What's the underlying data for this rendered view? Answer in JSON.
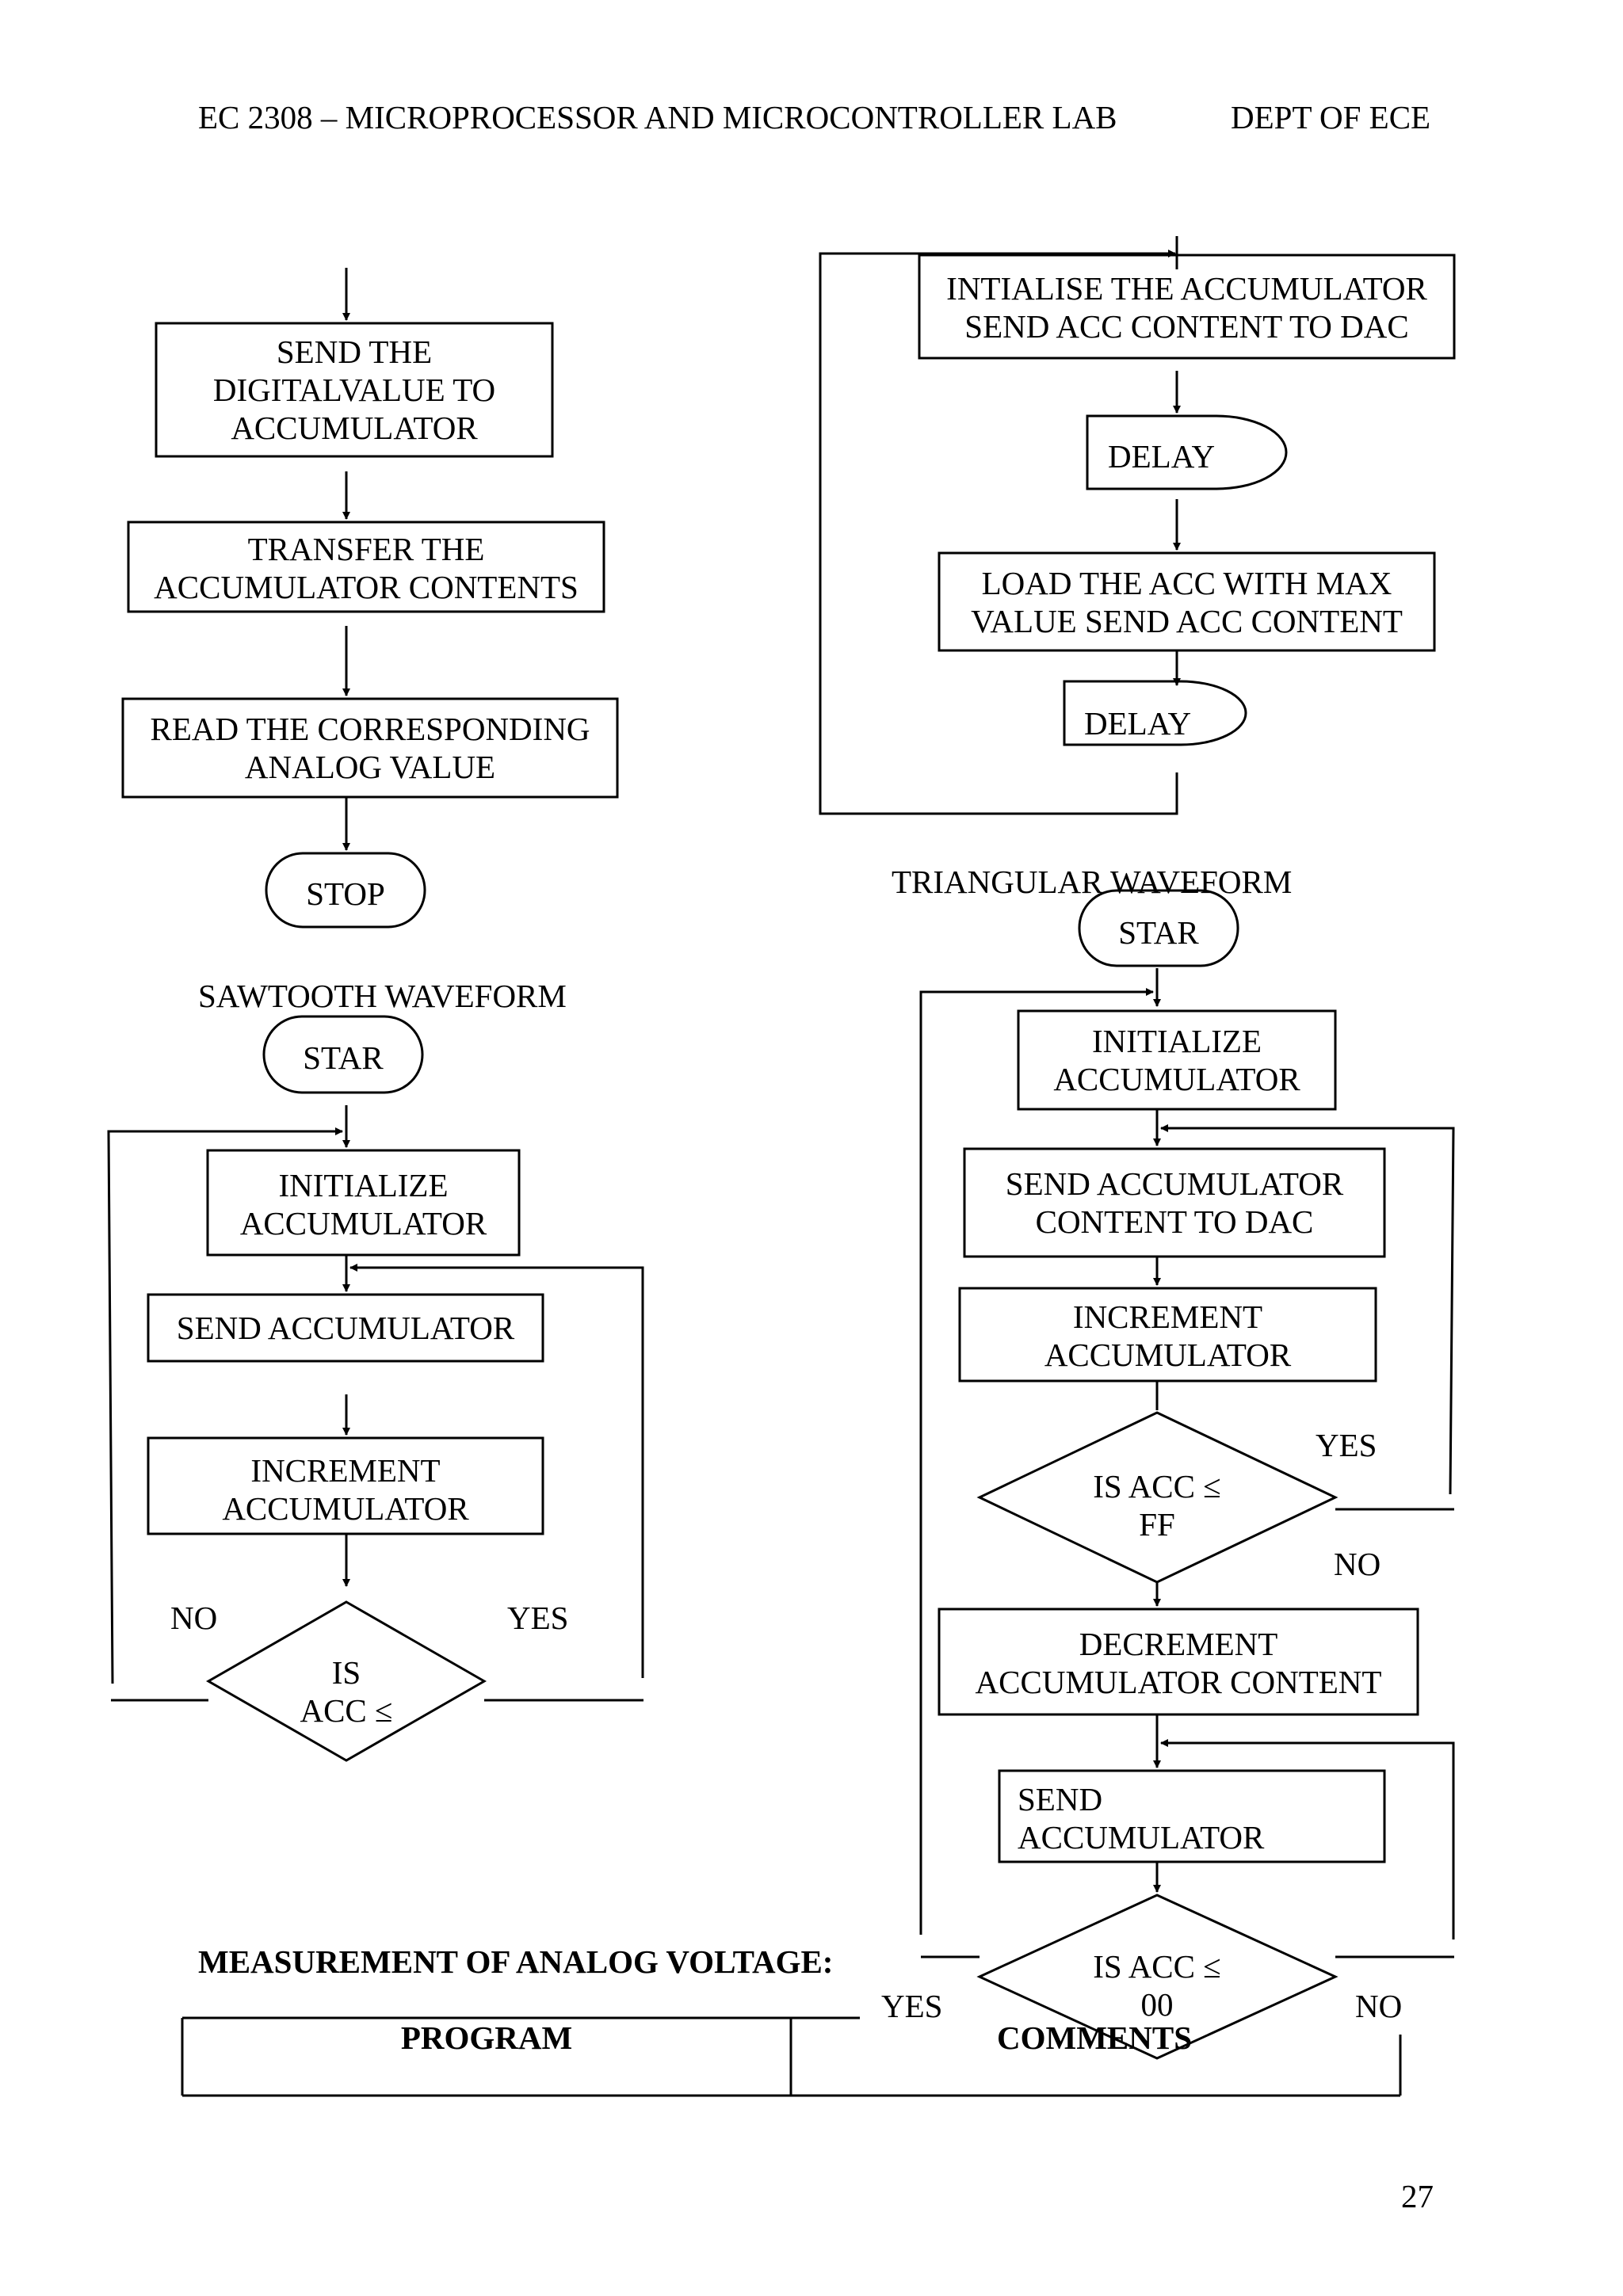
{
  "header": {
    "course": "EC 2308 – MICROPROCESSOR AND MICROCONTROLLER LAB",
    "dept": "DEPT OF ECE"
  },
  "dac_flow": {
    "send_digital": [
      "SEND THE",
      "DIGITALVALUE TO",
      "ACCUMULATOR"
    ],
    "transfer": [
      "TRANSFER THE",
      "ACCUMULATOR CONTENTS"
    ],
    "read_analog": [
      "READ THE CORRESPONDING",
      "ANALOG VALUE"
    ],
    "stop": "STOP"
  },
  "square_flow": {
    "init_send": [
      "INTIALISE THE ACCUMULATOR",
      "SEND ACC CONTENT TO DAC"
    ],
    "delay1": "DELAY",
    "load_max": [
      "LOAD THE ACC WITH MAX",
      "VALUE SEND ACC CONTENT"
    ],
    "delay2": "DELAY"
  },
  "sawtooth": {
    "title": "SAWTOOTH WAVEFORM",
    "start": "STAR",
    "init": [
      "INITIALIZE",
      "ACCUMULATOR"
    ],
    "send": "SEND ACCUMULATOR",
    "increment": [
      "INCREMENT",
      "ACCUMULATOR"
    ],
    "no": "NO",
    "yes": "YES",
    "decision": [
      "IS",
      "ACC ≤"
    ]
  },
  "triangular": {
    "title": "TRIANGULAR WAVEFORM",
    "start": "STAR",
    "init": [
      "INITIALIZE",
      "ACCUMULATOR"
    ],
    "send_dac": [
      "SEND ACCUMULATOR",
      "CONTENT TO DAC"
    ],
    "increment": [
      "INCREMENT",
      "ACCUMULATOR"
    ],
    "yes1": "YES",
    "decision1": [
      "IS ACC ≤",
      "FF"
    ],
    "no1": "NO",
    "decrement": [
      "DECREMENT",
      "ACCUMULATOR CONTENT"
    ],
    "send": [
      "SEND",
      "ACCUMULATOR"
    ],
    "decision2": [
      "IS ACC ≤",
      "00"
    ],
    "yes2": "YES",
    "no2": "NO"
  },
  "measurement": {
    "heading": "MEASUREMENT OF ANALOG VOLTAGE:",
    "columns": [
      "PROGRAM",
      "COMMENTS"
    ]
  },
  "page_number": "27"
}
